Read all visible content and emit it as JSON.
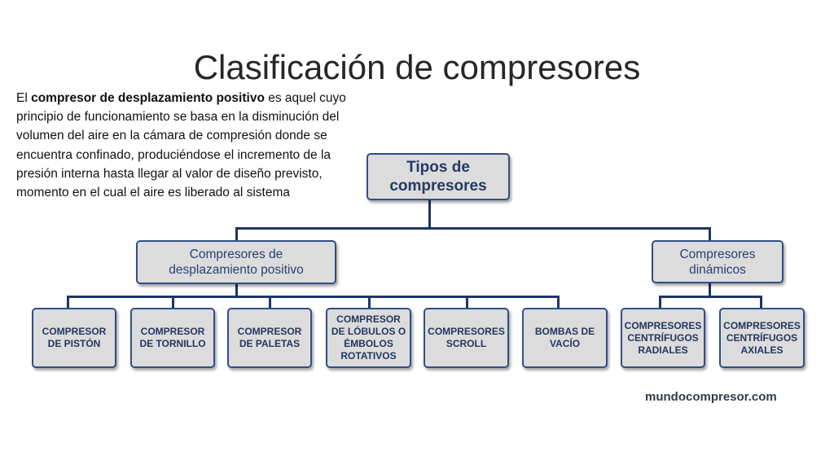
{
  "slide": {
    "title": "Clasificación de compresores",
    "description": {
      "bold": "compresor de desplazamiento positivo",
      "before": "El ",
      "after": " es aquel cuyo principio de funcionamiento se basa en la disminución del volumen del aire en la cámara de compresión donde se encuentra confinado, produciéndose el incremento de la presión interna hasta llegar al valor de diseño previsto, momento en el cual el aire es liberado al sistema"
    }
  },
  "diagram": {
    "root": "Tipos de\ncompresores",
    "branches": [
      {
        "label": "Compresores de\ndesplazamiento positivo",
        "children": [
          "COMPRESOR\nDE PISTÓN",
          "COMPRESOR\nDE TORNILLO",
          "COMPRESOR\nDE PALETAS",
          "COMPRESOR\nDE LÓBULOS O\nÉMBOLOS\nROTATIVOS",
          "COMPRESORES\nSCROLL",
          "BOMBAS DE\nVACÍO"
        ]
      },
      {
        "label": "Compresores\ndinámicos",
        "children": [
          "COMPRESORES\nCENTRÍFUGOS\nRADIALES",
          "COMPRESORES\nCENTRÍFUGOS\nAXIALES"
        ]
      }
    ],
    "watermark": "mundocompresor.com",
    "colors": {
      "box_fill": "#dcdcdc",
      "box_border": "#2f4f86",
      "connector": "#1f3564",
      "text": "#243a66"
    }
  }
}
